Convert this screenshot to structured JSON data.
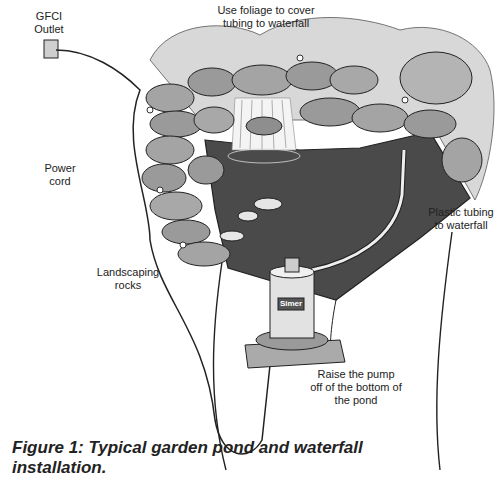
{
  "diagram": {
    "caption": "Figure 1: Typical garden pond and waterfall installation.",
    "labels": [
      "GFCI Outlet",
      "Use foliage to cover tubing to waterfall",
      "Power cord",
      "Landscaping rocks",
      "Plastic tubing to waterfall",
      "Raise the pump off of the bottom of the pond",
      "Simer"
    ]
  }
}
